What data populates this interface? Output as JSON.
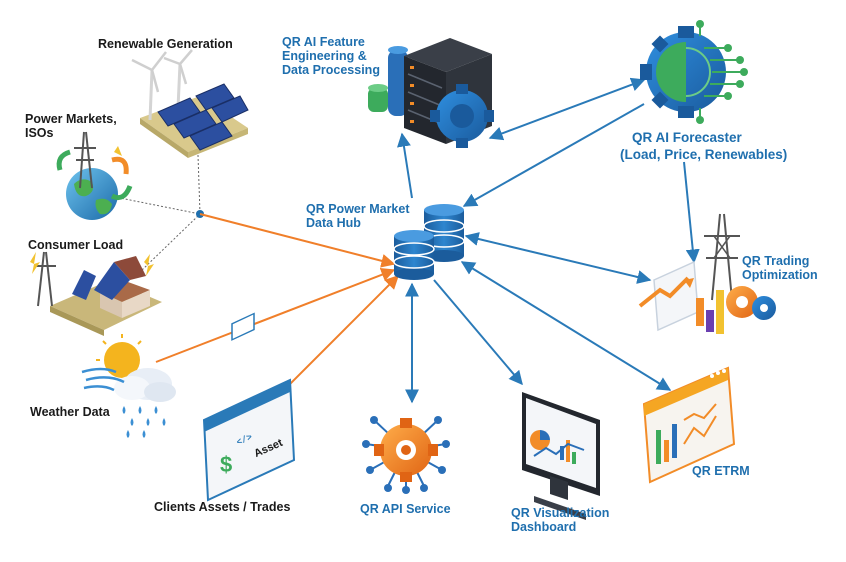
{
  "labels": {
    "renewable_generation": "Renewable Generation",
    "power_markets": "Power Markets,\nISOs",
    "consumer_load": "Consumer Load",
    "weather_data": "Weather Data",
    "clients_assets": "Clients Assets / Trades",
    "feature_engineering": "QR AI Feature\nEngineering &\nData Processing",
    "forecaster_title": "QR AI Forecaster",
    "forecaster_sub": "(Load, Price, Renewables)",
    "data_hub": "QR Power Market\nData Hub",
    "trading_optimization": "QR Trading\nOptimization",
    "api_service": "QR API Service",
    "visualization_dashboard": "QR Visualization\nDashboard",
    "etrm": "QR ETRM",
    "asset_tag": "Asset",
    "code_tag": "</>"
  },
  "colors": {
    "hub_blue": "#1f6fae",
    "arrow_blue": "#2a7ab8",
    "arrow_orange": "#f07f2a",
    "dotted_gray": "#666666",
    "accent_orange": "#f28c28",
    "accent_green": "#3dab5c"
  },
  "icons": [
    "wind-turbine-solar-icon",
    "power-tower-globe-icon",
    "house-solar-icon",
    "weather-cloud-icon",
    "asset-document-icon",
    "server-gear-icon",
    "ai-gear-icon",
    "database-icon",
    "trading-tower-icon",
    "api-gear-icon",
    "monitor-dashboard-icon",
    "etrm-window-icon"
  ]
}
